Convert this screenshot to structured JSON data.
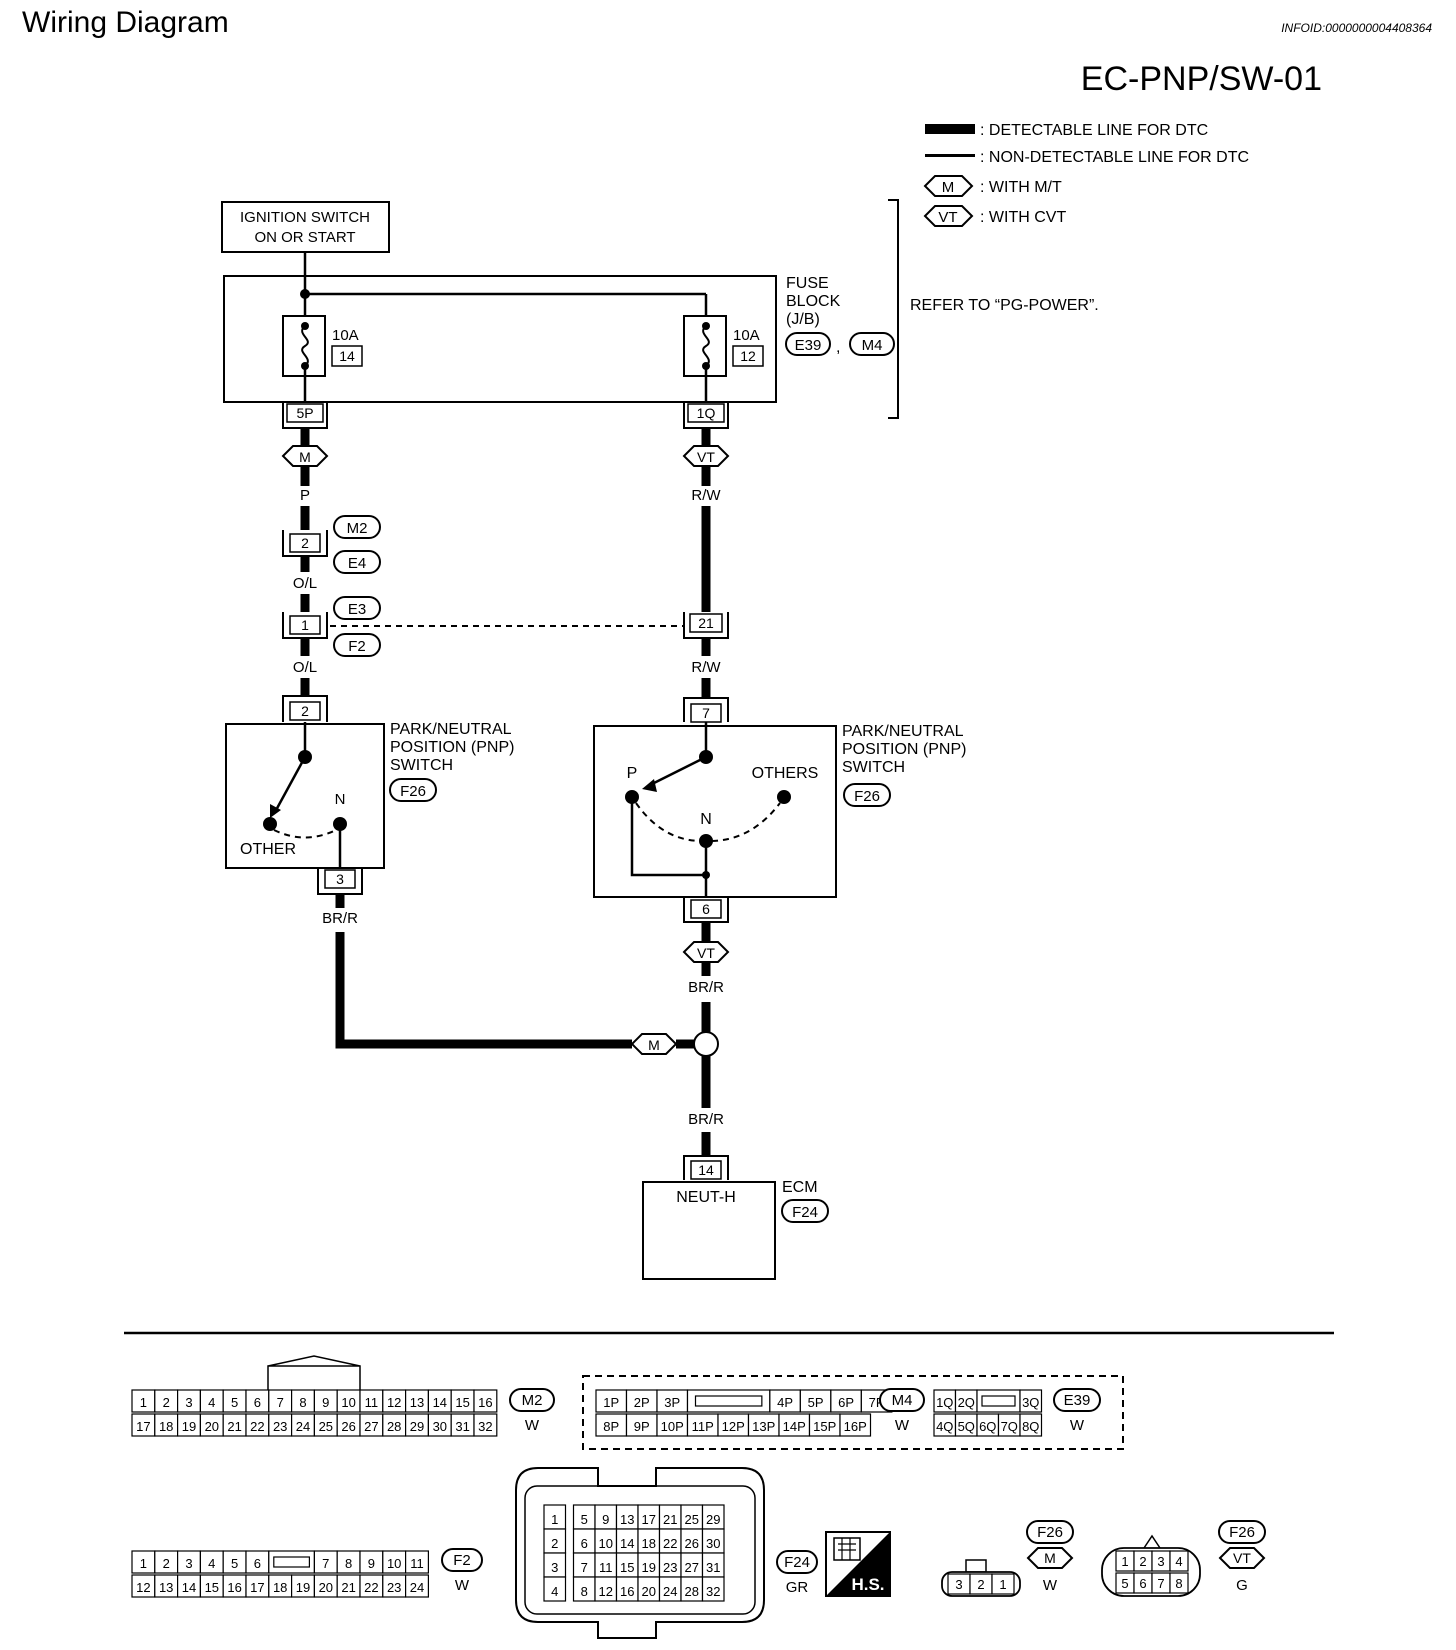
{
  "header": {
    "title": "Wiring Diagram",
    "info_id": "INFOID:0000000004408364",
    "diagram_code": "EC-PNP/SW-01"
  },
  "legend": {
    "detectable": ": DETECTABLE LINE FOR DTC",
    "non_detectable": ": NON-DETECTABLE LINE FOR DTC",
    "mt_code": "M",
    "mt_label": ": WITH M/T",
    "cvt_code": "VT",
    "cvt_label": ": WITH CVT",
    "refer": "REFER TO “PG-POWER”."
  },
  "ignition": {
    "line1": "IGNITION SWITCH",
    "line2": "ON OR START"
  },
  "fuse_block": {
    "line1": "FUSE",
    "line2": "BLOCK",
    "line3": "(J/B)",
    "conn1": "E39",
    "conn_sep": ",",
    "conn2": "M4",
    "fuse_left": {
      "rating": "10A",
      "number": "14",
      "terminal": "5P"
    },
    "fuse_right": {
      "rating": "10A",
      "number": "12",
      "terminal": "1Q"
    }
  },
  "left_branch": {
    "variant": "M",
    "wire1": "P",
    "joint1_pin": "2",
    "joint1_conn_a": "M2",
    "joint1_conn_b": "E4",
    "wire2": "O/L",
    "joint2_pin": "1",
    "joint2_conn_a": "E3",
    "joint2_conn_b": "F2",
    "wire3": "O/L",
    "switch_in_pin": "2",
    "switch_name1": "PARK/NEUTRAL",
    "switch_name2": "POSITION (PNP)",
    "switch_name3": "SWITCH",
    "switch_conn": "F26",
    "label_n": "N",
    "label_other": "OTHER",
    "switch_out_pin": "3",
    "wire4": "BR/R"
  },
  "right_branch": {
    "variant": "VT",
    "wire1": "R/W",
    "joint_pin": "21",
    "wire2": "R/W",
    "switch_in_pin": "7",
    "switch_name1": "PARK/NEUTRAL",
    "switch_name2": "POSITION (PNP)",
    "switch_name3": "SWITCH",
    "switch_conn": "F26",
    "label_p": "P",
    "label_others": "OTHERS",
    "label_n": "N",
    "switch_out_pin": "6",
    "variant_after": "VT",
    "wire3": "BR/R",
    "junction_variant": "M",
    "wire4": "BR/R"
  },
  "ecm": {
    "pin": "14",
    "terminal": "NEUT-H",
    "label": "ECM",
    "conn": "F24"
  },
  "connectors": {
    "m2": {
      "code": "M2",
      "color": "W",
      "row1": [
        "1",
        "2",
        "3",
        "4",
        "5",
        "6",
        "7",
        "8",
        "9",
        "10",
        "11",
        "12",
        "13",
        "14",
        "15",
        "16"
      ],
      "row2": [
        "17",
        "18",
        "19",
        "20",
        "21",
        "22",
        "23",
        "24",
        "25",
        "26",
        "27",
        "28",
        "29",
        "30",
        "31",
        "32"
      ]
    },
    "m4": {
      "code": "M4",
      "color": "W",
      "row1": [
        "1P",
        "2P",
        "3P",
        "4P",
        "5P",
        "6P",
        "7P"
      ],
      "row2": [
        "8P",
        "9P",
        "10P",
        "11P",
        "12P",
        "13P",
        "14P",
        "15P",
        "16P"
      ]
    },
    "e39": {
      "code": "E39",
      "color": "W",
      "row1": [
        "1Q",
        "2Q",
        "3Q"
      ],
      "row2": [
        "4Q",
        "5Q",
        "6Q",
        "7Q",
        "8Q"
      ]
    },
    "f2": {
      "code": "F2",
      "color": "W",
      "row1": [
        "1",
        "2",
        "3",
        "4",
        "5",
        "6",
        "7",
        "8",
        "9",
        "10",
        "11"
      ],
      "row2": [
        "12",
        "13",
        "14",
        "15",
        "16",
        "17",
        "18",
        "19",
        "20",
        "21",
        "22",
        "23",
        "24"
      ]
    },
    "f24": {
      "code": "F24",
      "color": "GR",
      "grid": [
        [
          "1",
          "5",
          "9",
          "13",
          "17",
          "21",
          "25",
          "29"
        ],
        [
          "2",
          "6",
          "10",
          "14",
          "18",
          "22",
          "26",
          "30"
        ],
        [
          "3",
          "7",
          "11",
          "15",
          "19",
          "23",
          "27",
          "31"
        ],
        [
          "4",
          "8",
          "12",
          "16",
          "20",
          "24",
          "28",
          "32"
        ]
      ],
      "hs": "H.S."
    },
    "f26_m": {
      "code": "F26",
      "variant": "M",
      "color": "W",
      "pins": [
        "3",
        "2",
        "1"
      ]
    },
    "f26_vt": {
      "code": "F26",
      "variant": "VT",
      "color": "G",
      "row1": [
        "1",
        "2",
        "3",
        "4"
      ],
      "row2": [
        "5",
        "6",
        "7",
        "8"
      ]
    }
  }
}
